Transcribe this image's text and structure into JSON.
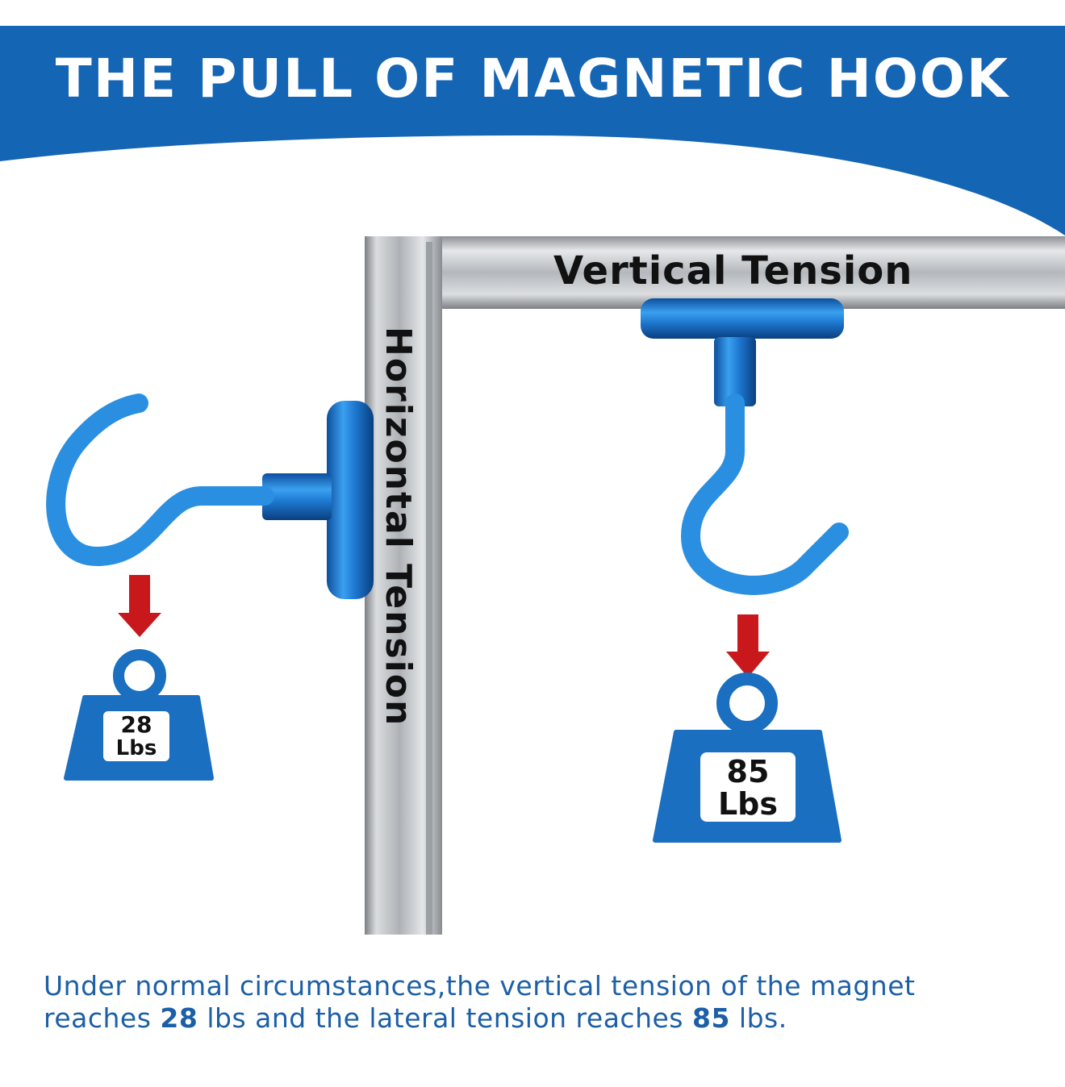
{
  "banner": {
    "title": "THE PULL OF MAGNETIC HOOK",
    "color": "#1565b5"
  },
  "labels": {
    "vertical": "Vertical Tension",
    "horizontal": "Horizontal Tension"
  },
  "weights": {
    "left": {
      "value": "28",
      "unit": "Lbs"
    },
    "right": {
      "value": "85",
      "unit": "Lbs"
    }
  },
  "caption": {
    "line1": "Under normal circumstances,the vertical tension of the magnet",
    "line2_prefix": "reaches ",
    "value1": "28",
    "line2_middle": " lbs and the lateral tension reaches ",
    "value2": "85",
    "line2_suffix": " lbs."
  },
  "colors": {
    "hook_blue": "#2a8fe0",
    "weight_blue": "#1a6fc0",
    "arrow_red": "#c8181c",
    "steel": "#b8bcc0",
    "caption_blue": "#1c5fa7"
  }
}
